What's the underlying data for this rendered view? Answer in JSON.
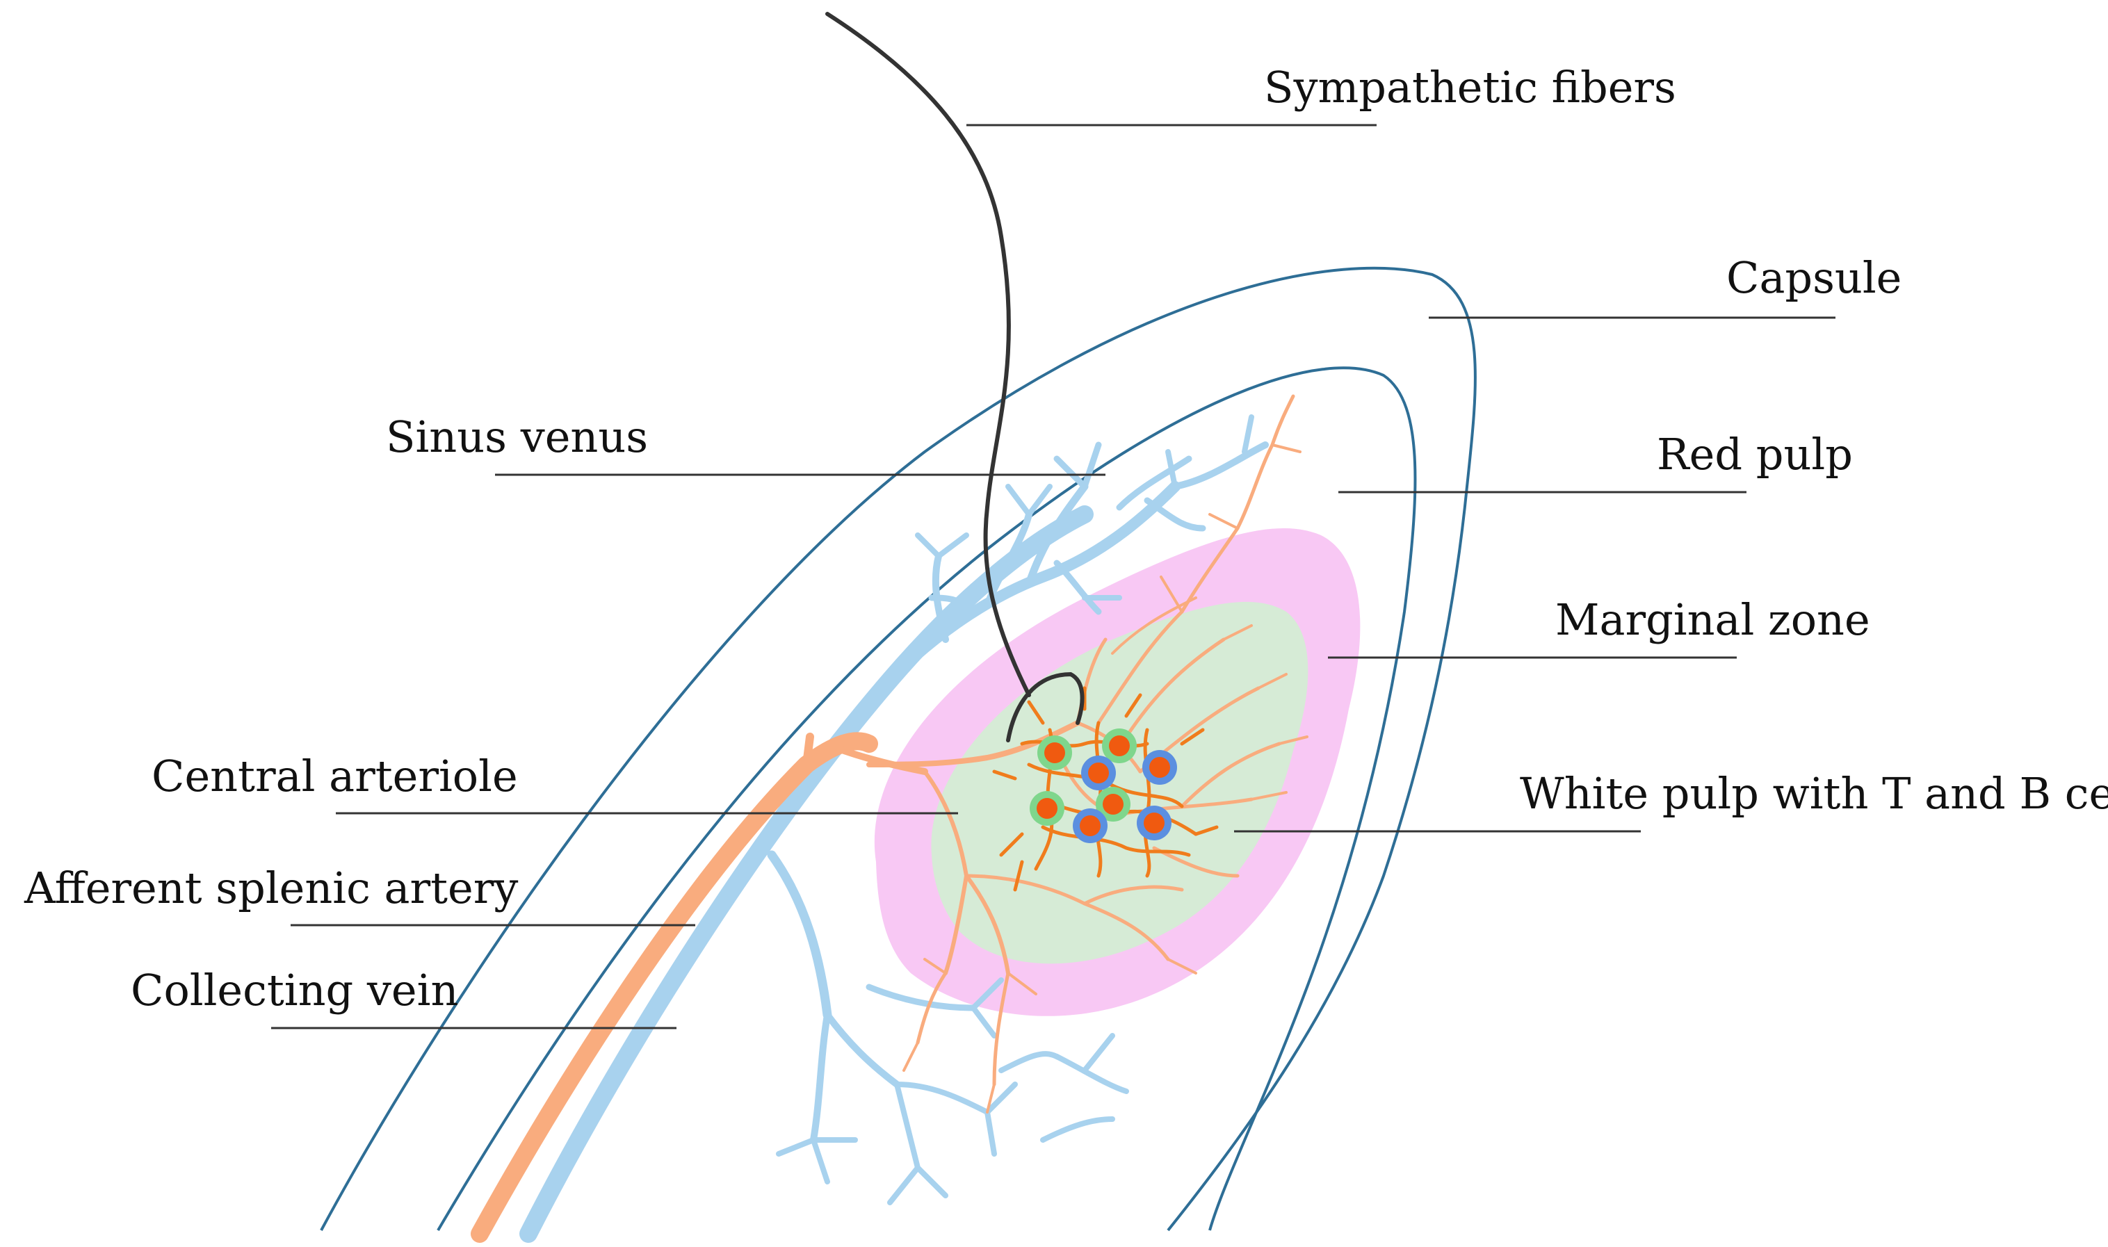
{
  "labels": {
    "sympathetic_fibers": "Sympathetic fibers",
    "capsule": "Capsule",
    "sinus_venus": "Sinus venus",
    "red_pulp": "Red pulp",
    "marginal_zone": "Marginal zone",
    "central_arteriole": "Central arteriole",
    "white_pulp": "White pulp with T and B cells",
    "afferent_splenic_artery": "Afferent splenic artery",
    "collecting_vein": "Collecting vein"
  },
  "colors": {
    "capsule_outline": "#2e6e96",
    "vein": "#a8d2ee",
    "artery": "#f9ac7e",
    "arteriole_network": "#f07c1c",
    "marginal_zone_fill": "#f8c8f4",
    "white_pulp_fill": "#d6ebd6",
    "nerve_fiber": "#333333",
    "t_cell_ring": "#7fd68c",
    "b_cell_ring": "#5b8fe0",
    "cell_nucleus": "#f05a10"
  }
}
